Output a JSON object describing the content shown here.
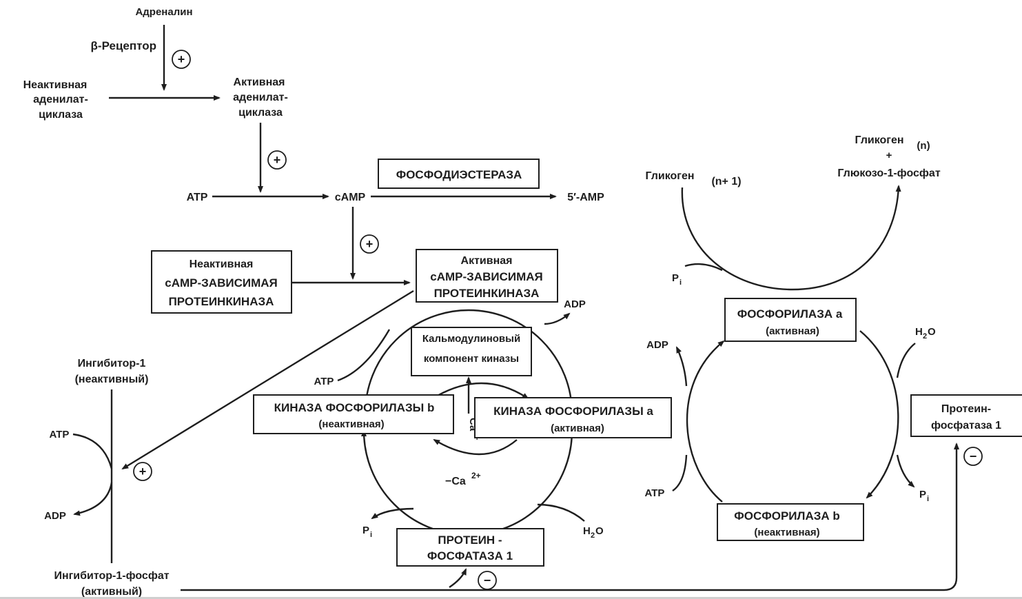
{
  "figure": {
    "nodes": {
      "adrenaline": "Адреналин",
      "beta_receptor": "β-Рецептор",
      "inactive_ac": [
        "Неактивная",
        "аденилат-",
        "циклаза"
      ],
      "active_ac": [
        "Активная",
        "аденилат-",
        "циклаза"
      ],
      "atp_main": "ATP",
      "camp": "cAMP",
      "amp5": "5′-AMP",
      "phosphodiesterase": "ФОСФОДИЭСТЕРАЗА",
      "inactive_pka": [
        "Неактивная",
        "cAMP-ЗАВИСИМАЯ",
        "ПРОТЕИНКИНАЗА"
      ],
      "active_pka": [
        "Активная",
        "cAMP-ЗАВИСИМАЯ",
        "ПРОТЕИНКИНАЗА"
      ],
      "calmodulin": [
        "Кальмодулиновый",
        "компонент киназы"
      ],
      "kinase_b": [
        "КИНАЗА ФОСФОРИЛАЗЫ b",
        "(неактивная)"
      ],
      "kinase_a": [
        "КИНАЗА ФОСФОРИЛАЗЫ a",
        "(активная)"
      ],
      "ca_plus": "Ca",
      "ca_sup": "2+",
      "ca_minus": "−Ca",
      "pp1_center": [
        "ПРОТЕИН -",
        "ФОСФАТАЗА 1"
      ],
      "inhibitor_inactive": [
        "Ингибитор-1",
        "(неактивный)"
      ],
      "inhibitor_active": [
        "Ингибитор-1-фосфат",
        "(активный)"
      ],
      "glycogen_n1": "Гликоген",
      "glycogen_n1_sub": "(n+ 1)",
      "glycogen_n": "Гликоген",
      "glycogen_n_sub": "(n)",
      "plus": "+",
      "g1p": "Глюкозо-1-фосфат",
      "phosphorylase_a": [
        "ФОСФОРИЛАЗА a",
        "(активная)"
      ],
      "phosphorylase_b": [
        "ФОСФОРИЛАЗА b",
        "(неактивная)"
      ],
      "pp1_right": [
        "Протеин-",
        "фосфатаза 1"
      ]
    },
    "cofactors": {
      "atp": "ATP",
      "adp": "ADP",
      "p": "P",
      "p_sub": "i",
      "h": "H",
      "h_sub": "2",
      "o": "O"
    },
    "signs": {
      "activate": "+",
      "inhibit": "−"
    }
  }
}
